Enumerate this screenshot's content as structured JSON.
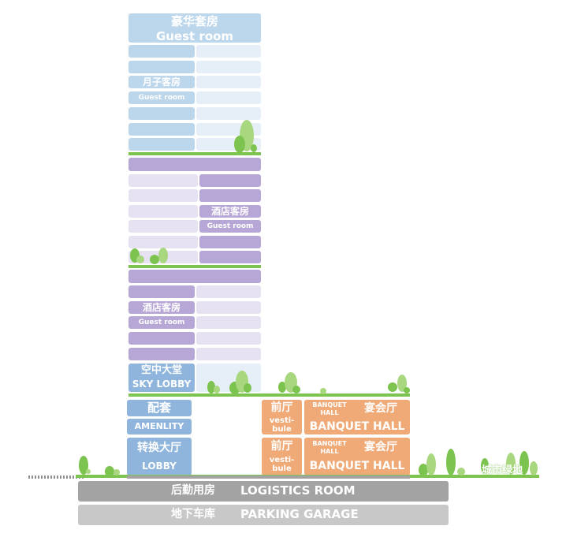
{
  "colors": {
    "blue_dark": "#bcd6ec",
    "blue_light": "#e6eff8",
    "purple_dark": "#b7a7d6",
    "purple_light": "#e7e2f2",
    "amenity_blue": "#8fb5dd",
    "orange": "#efaa78",
    "grey_dark": "#a3a3a3",
    "grey_light": "#c8c8c8",
    "green": "#7cc44f",
    "tree_light": "#a9d77f"
  },
  "top_section": {
    "title_cn": "豪华套房",
    "title_en": "Guest room",
    "sub_cn": "月子客房",
    "sub_en": "Guest room"
  },
  "middle_section": {
    "label_cn": "酒店客房",
    "label_en": "Guest room"
  },
  "lower_section": {
    "label_cn": "酒店客房",
    "label_en": "Guest room"
  },
  "sky_lobby": {
    "cn": "空中大堂",
    "en": "SKY LOBBY"
  },
  "podium": {
    "amenity_cn": "配套",
    "amenity_en": "AMENLITY",
    "lobby_cn": "转换大厅",
    "lobby_en": "LOBBY",
    "vestibule_cn": "前厅",
    "vestibule_en_1": "vesti-",
    "vestibule_en_2": "bule",
    "banquet_small_1": "BANQUET",
    "banquet_small_2": "HALL",
    "banquet_cn": "宴会厅",
    "banquet_en": "BANQUET HALL"
  },
  "basement": {
    "logistics_cn": "后勤用房",
    "logistics_en": "LOGISTICS ROOM",
    "parking_cn": "地下车库",
    "parking_en": "PARKING GARAGE"
  },
  "green": {
    "city_label": "城市绿地"
  }
}
